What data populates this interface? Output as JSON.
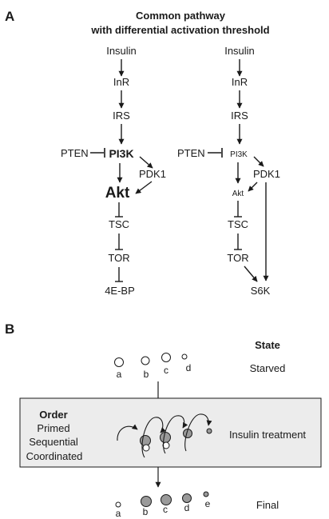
{
  "panelA": {
    "label": "A",
    "title_line1": "Common pathway",
    "title_line2": "with differential activation threshold",
    "left": {
      "insulin": "Insulin",
      "inr": "InR",
      "irs": "IRS",
      "pten": "PTEN",
      "pi3k": "PI3K",
      "pdk1": "PDK1",
      "akt": "Akt",
      "tsc": "TSC",
      "tor": "TOR",
      "fourebp": "4E-BP"
    },
    "right": {
      "insulin": "Insulin",
      "inr": "InR",
      "irs": "IRS",
      "pten": "PTEN",
      "pi3k": "PI3K",
      "pdk1": "PDK1",
      "akt": "Akt",
      "tsc": "TSC",
      "tor": "TOR",
      "s6k": "S6K"
    }
  },
  "panelB": {
    "label": "B",
    "state_header": "State",
    "state_starved": "Starved",
    "state_insulin": "Insulin treatment",
    "state_final": "Final",
    "order_header": "Order",
    "order_items": [
      "Primed",
      "Sequential",
      "Coordinated"
    ],
    "top_letters": [
      "a",
      "b",
      "c",
      "d"
    ],
    "bottom_letters": [
      "a",
      "b",
      "c",
      "d",
      "e"
    ],
    "colors": {
      "box_fill": "#ececec",
      "filled_circle": "#9a9a9a",
      "stroke": "#1a1a1a"
    }
  }
}
